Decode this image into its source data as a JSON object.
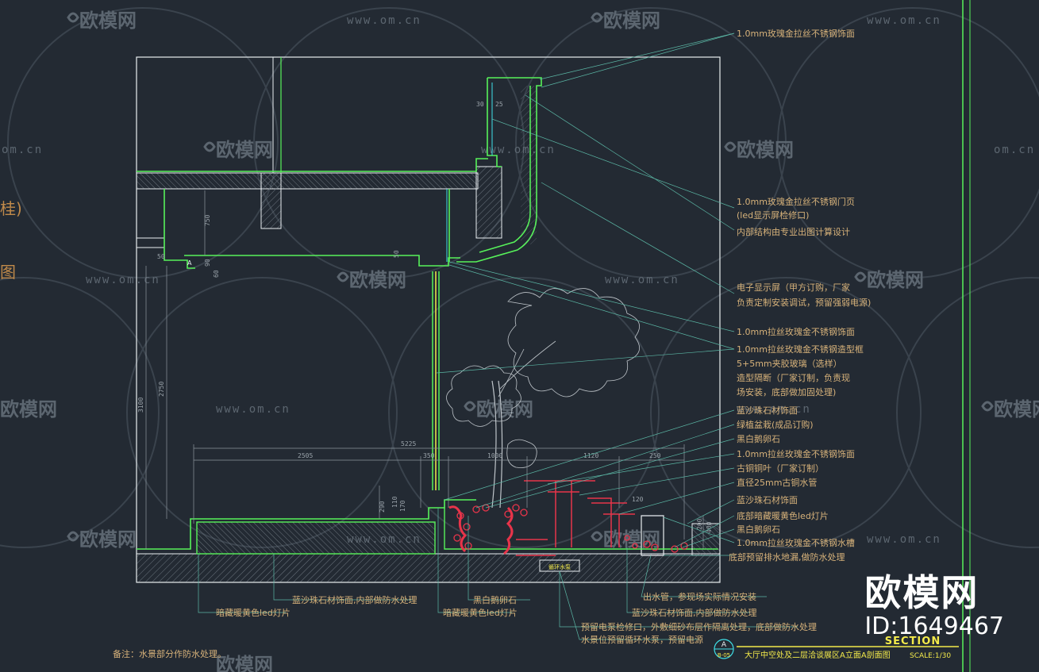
{
  "watermark": {
    "logo_text": "欧模网",
    "url_text": "www.om.cn",
    "url_text_short": "om.cn"
  },
  "left_partial": {
    "fragment_1": "桂)",
    "fragment_2": "图"
  },
  "annotations_right": [
    "1.0mm玫瑰金拉丝不锈钢饰面",
    "1.0mm玫瑰金拉丝不锈钢门页",
    "(led显示屏检修口)",
    "内部结构由专业出图计算设计",
    "电子显示屏（甲方订购，厂家",
    "负责定制安装调试，预留强弱电源)",
    "1.0mm拉丝玫瑰金不锈钢饰面",
    "1.0mm拉丝玫瑰金不锈钢造型框",
    "5+5mm夹胶玻璃（选样）",
    "造型隔断（厂家订制，负责现",
    "场安装，底部做加固处理)",
    "蓝沙珠石材饰面",
    "绿植盆栽(成品订购)",
    "黑白鹅卵石",
    "1.0mm拉丝玫瑰金不锈钢饰面",
    "古铜铜叶（厂家订制）",
    "直径25mm古铜水管",
    "蓝沙珠石材饰面",
    "底部暗藏暖黄色led灯片",
    "黑白鹅卵石",
    "1.0mm拉丝玫瑰金不锈钢水槽",
    "底部预留排水地漏,做防水处理"
  ],
  "annotations_bottom": {
    "led_left": "暗藏暖黄色led灯片",
    "stone_inner": "蓝沙珠石材饰面,内部做防水处理",
    "pebble": "黑白鹅卵石",
    "led_mid": "暗藏暖黄色led灯片",
    "pump_1": "预留电泵检修口，外敷细砂布层作隔离处理，底部做防水处理",
    "pump_2": "水景位预留循环水泵，预留电源",
    "outlet": "出水管，参现场实际情况安装",
    "stone_inner_2": "蓝沙珠石材饰面,内部做防水处理",
    "remark": "备注：水景部分作防水处理。"
  },
  "dimensions": {
    "d_5225": "5225",
    "d_2505": "2505",
    "d_350": "350",
    "d_1000": "1000",
    "d_1120": "1120",
    "d_250": "250",
    "d_3100": "3100",
    "d_2750": "2750",
    "d_750": "750",
    "d_50": "50",
    "d_90": "90",
    "d_60": "60",
    "d_30": "30",
    "d_25": "25",
    "d_110": "110",
    "d_170": "170",
    "d_290": "290",
    "d_120": "120",
    "d_200": "200",
    "d_400": "400"
  },
  "equipment_label": "循环水泵",
  "title_block": {
    "section_label": "SECTION",
    "marker_top": "A",
    "marker_bottom": "B-05",
    "title": "大厅中空处及二层洽谈展区A立面A剖面图",
    "scale": "SCALE:1/30",
    "small_a": "A"
  },
  "brand": {
    "name": "欧模网",
    "id": "ID:1649467"
  },
  "colors": {
    "background": "#232a33",
    "structure": "#57f25a",
    "glass": "#3fe0e8",
    "annotation": "#d7b27a",
    "leader": "#5bb7a5",
    "red": "#e8344a",
    "yellow": "#f3ea4a",
    "watermark": "#5c6670"
  }
}
